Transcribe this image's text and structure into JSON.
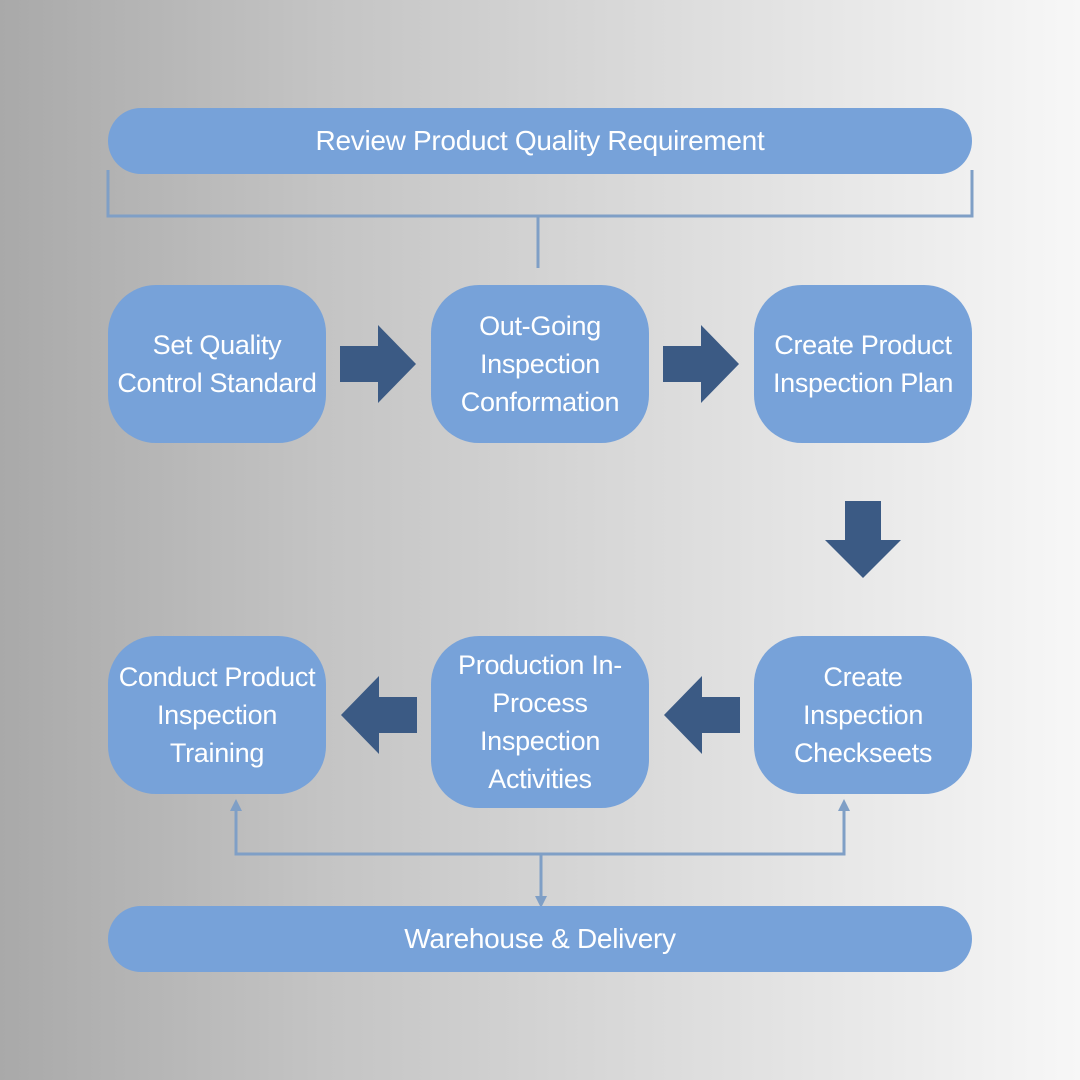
{
  "colors": {
    "box_fill": "#77a2d9",
    "arrow_fill": "#3b5a84",
    "connector": "#7f9fc6",
    "text": "#ffffff"
  },
  "diagram": {
    "top_bar": "Review Product Quality Requirement",
    "bottom_bar": "Warehouse & Delivery",
    "steps": [
      "Set Quality\nControl Standard",
      "Out-Going\nInspection\nConformation",
      "Create Product\nInspection Plan",
      "Create Inspection\nCheckseets",
      "Production In-\nProcess\nInspection\nActivities",
      "Conduct Product\nInspection\nTraining"
    ]
  }
}
